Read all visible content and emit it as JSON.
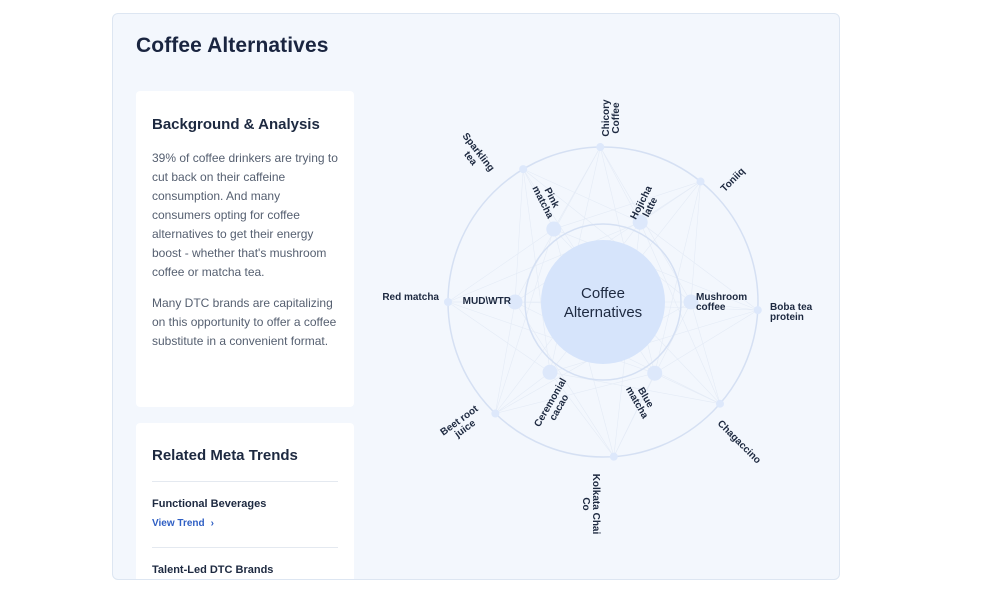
{
  "page": {
    "title": "Coffee Alternatives"
  },
  "analysis": {
    "title": "Background & Analysis",
    "paragraphs": [
      "39% of coffee drinkers are trying to cut back on their caffeine consumption. And many consumers opting for coffee alternatives to get their energy boost - whether that's mushroom coffee or matcha tea.",
      "Many DTC brands are capitalizing on this opportunity to offer a coffee substitute in a convenient format."
    ]
  },
  "trends": {
    "title": "Related Meta Trends",
    "items": [
      {
        "name": "Functional Beverages",
        "link": "View Trend",
        "chevron": "›"
      },
      {
        "name": "Talent-Led DTC Brands"
      }
    ]
  },
  "diagram": {
    "center": [
      "Coffee",
      "Alternatives"
    ],
    "inner": [
      {
        "lines": [
          "Pink",
          "matcha"
        ]
      },
      {
        "lines": [
          "Hojicha",
          "latte"
        ]
      },
      {
        "lines": [
          "Mushroom",
          "coffee"
        ]
      },
      {
        "lines": [
          "Blue",
          "matcha"
        ]
      },
      {
        "lines": [
          "Ceremonial",
          "cacao"
        ]
      },
      {
        "lines": [
          "MUD\\WTR"
        ]
      }
    ],
    "outer": [
      {
        "lines": [
          "Chicory",
          "Coffee"
        ]
      },
      {
        "lines": [
          "Toniiq"
        ]
      },
      {
        "lines": [
          "Boba tea",
          "protein"
        ]
      },
      {
        "lines": [
          "Chagaccino"
        ]
      },
      {
        "lines": [
          "Kolkata Chai",
          "Co"
        ]
      },
      {
        "lines": [
          "Beet root",
          "juice"
        ]
      },
      {
        "lines": [
          "Red matcha"
        ]
      },
      {
        "lines": [
          "Sparkling",
          "tea"
        ]
      }
    ],
    "colors": {
      "ring": "#d5e0f3",
      "center_fill": "#d6e4fb",
      "node": "#dde8fb",
      "spoke": "#e4ebf6",
      "text": "#1d2940"
    }
  }
}
